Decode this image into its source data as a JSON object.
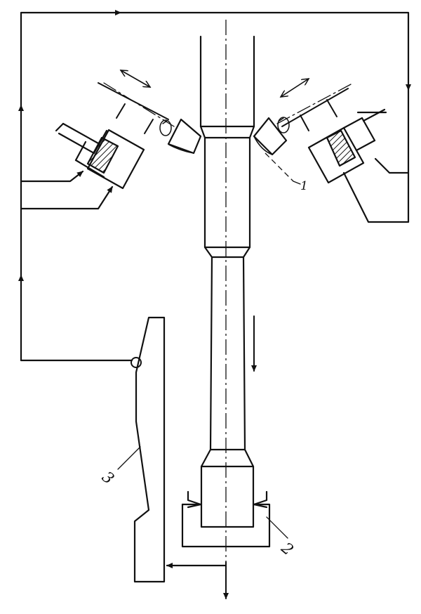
{
  "labels": {
    "roller": "1",
    "clamp": "2",
    "template": "3"
  },
  "colors": {
    "line": "#111111",
    "background": "#ffffff"
  }
}
